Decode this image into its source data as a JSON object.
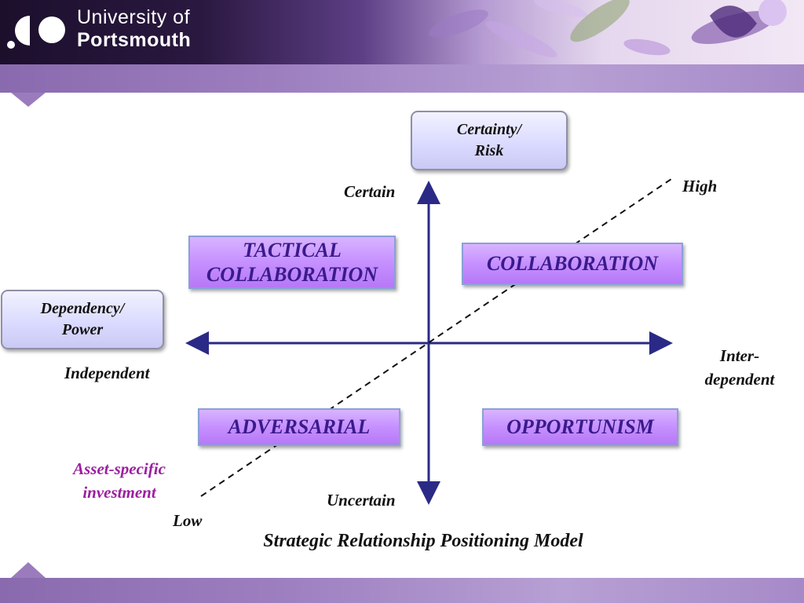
{
  "header": {
    "logo_line1": "University of",
    "logo_line2": "Portsmouth"
  },
  "diagram": {
    "axis_vertical_box": "Certainty/ Risk",
    "axis_horizontal_box": "Dependency/ Power",
    "label_certain": "Certain",
    "label_uncertain": "Uncertain",
    "label_independent": "Independent",
    "label_interdependent": "Inter- dependent",
    "label_high": "High",
    "label_low": "Low",
    "label_asset_specific": "Asset-specific investment",
    "quadrants": {
      "top_left": "TACTICAL COLLABORATION",
      "top_right": "COLLABORATION",
      "bottom_left": "ADVERSARIAL",
      "bottom_right": "OPPORTUNISM"
    },
    "title": "Strategic Relationship Positioning Model"
  },
  "colors": {
    "accent_purple": "#9b1fa0",
    "axis_navy": "#2a2a86",
    "quadrant_text": "#3a1a8c"
  }
}
